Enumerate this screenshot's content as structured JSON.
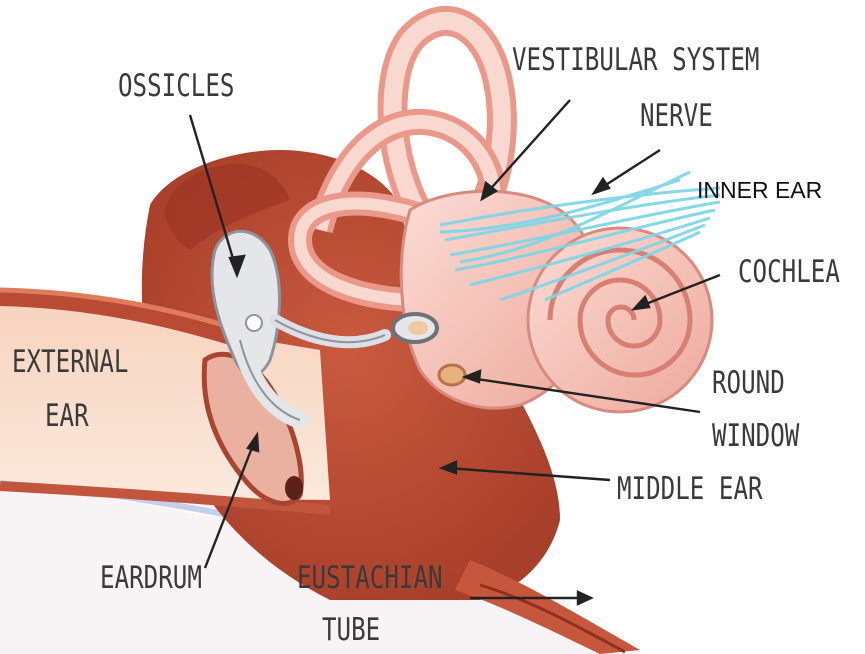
{
  "labels": {
    "ossicles": "OSSICLES",
    "vestibular_system": "VESTIBULAR SYSTEM",
    "nerve": "NERVE",
    "inner_ear": "INNER EAR",
    "cochlea": "COCHLEA",
    "external_ear_line1": "EXTERNAL",
    "external_ear_line2": "EAR",
    "round_window_line1": "ROUND",
    "round_window_line2": "WINDOW",
    "middle_ear": "MIDDLE EAR",
    "eardrum": "EARDRUM",
    "eustachian_tube_line1": "EUSTACHIAN",
    "eustachian_tube_line2": "TUBE"
  },
  "colors": {
    "canal_dark": "#b94a33",
    "canal_mid": "#d9704f",
    "canal_light": "#f3c6ad",
    "skin_pale": "#f9e4d6",
    "inner_ear_pink": "#f6c6bd",
    "inner_ear_outline": "#d88a7e",
    "nerve_blue": "#7fd6e6",
    "ossicle_grey": "#e4e6ea",
    "tube_blue": "#b8c2e6",
    "label_text": "#3a3a3a"
  }
}
